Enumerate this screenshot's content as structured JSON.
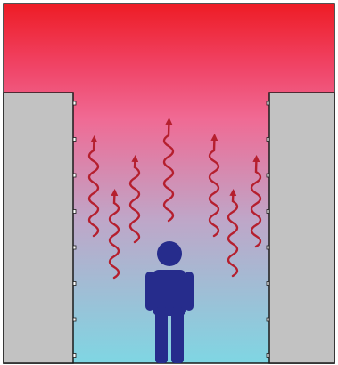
{
  "diagram": {
    "colors": {
      "hot_top": "#ee1c25",
      "warm_mid": "#f06a94",
      "cool_bottom": "#7fd6e3",
      "wall_fill": "#c2c2c2",
      "wall_stroke": "#1a1a1a",
      "heat_wave": "#b51f2e",
      "person": "#262c8c"
    },
    "heat_wave_count": 7,
    "wall_marker_count_per_side": 8,
    "icons": [
      "wall-left",
      "wall-right",
      "heat-wave-arrow",
      "person-icon"
    ]
  }
}
